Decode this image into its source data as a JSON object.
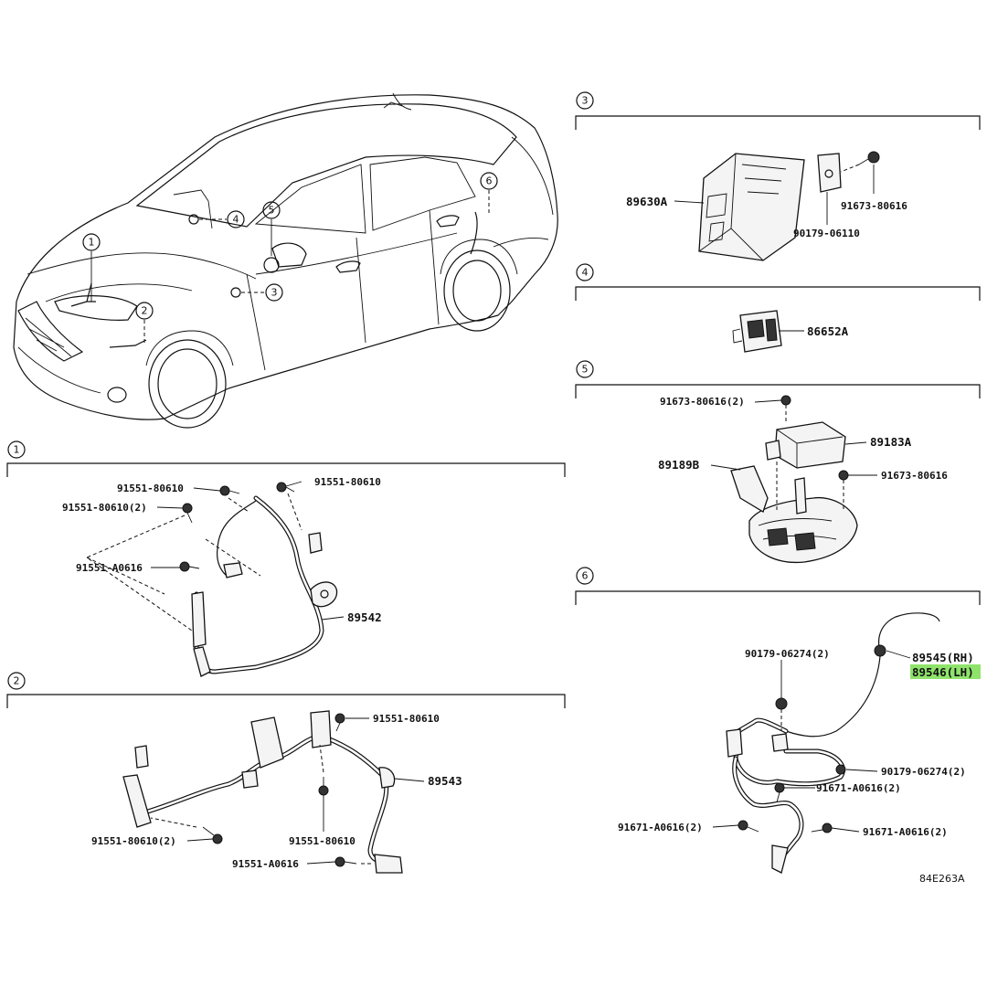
{
  "car_callouts": [
    "1",
    "2",
    "3",
    "4",
    "5",
    "6"
  ],
  "sections": [
    {
      "number": "1",
      "parts": [
        "91551-80610",
        "91551-80610",
        "91551-80610(2)",
        "91551-A0616",
        "89542"
      ]
    },
    {
      "number": "2",
      "parts": [
        "91551-80610",
        "89543",
        "91551-80610(2)",
        "91551-80610",
        "91551-A0616"
      ]
    },
    {
      "number": "3",
      "parts": [
        "89630A",
        "91673-80616",
        "90179-06110"
      ]
    },
    {
      "number": "4",
      "parts": [
        "86652A"
      ]
    },
    {
      "number": "5",
      "parts": [
        "91673-80616(2)",
        "89183A",
        "89189B",
        "91673-80616"
      ]
    },
    {
      "number": "6",
      "parts": [
        "90179-06274(2)",
        "89545(RH)",
        "89546(LH)",
        "90179-06274(2)",
        "91671-A0616(2)",
        "91671-A0616(2)",
        "91671-A0616(2)"
      ]
    }
  ],
  "highlight_color": "#8fe36b",
  "diagram_code": "84E263A"
}
